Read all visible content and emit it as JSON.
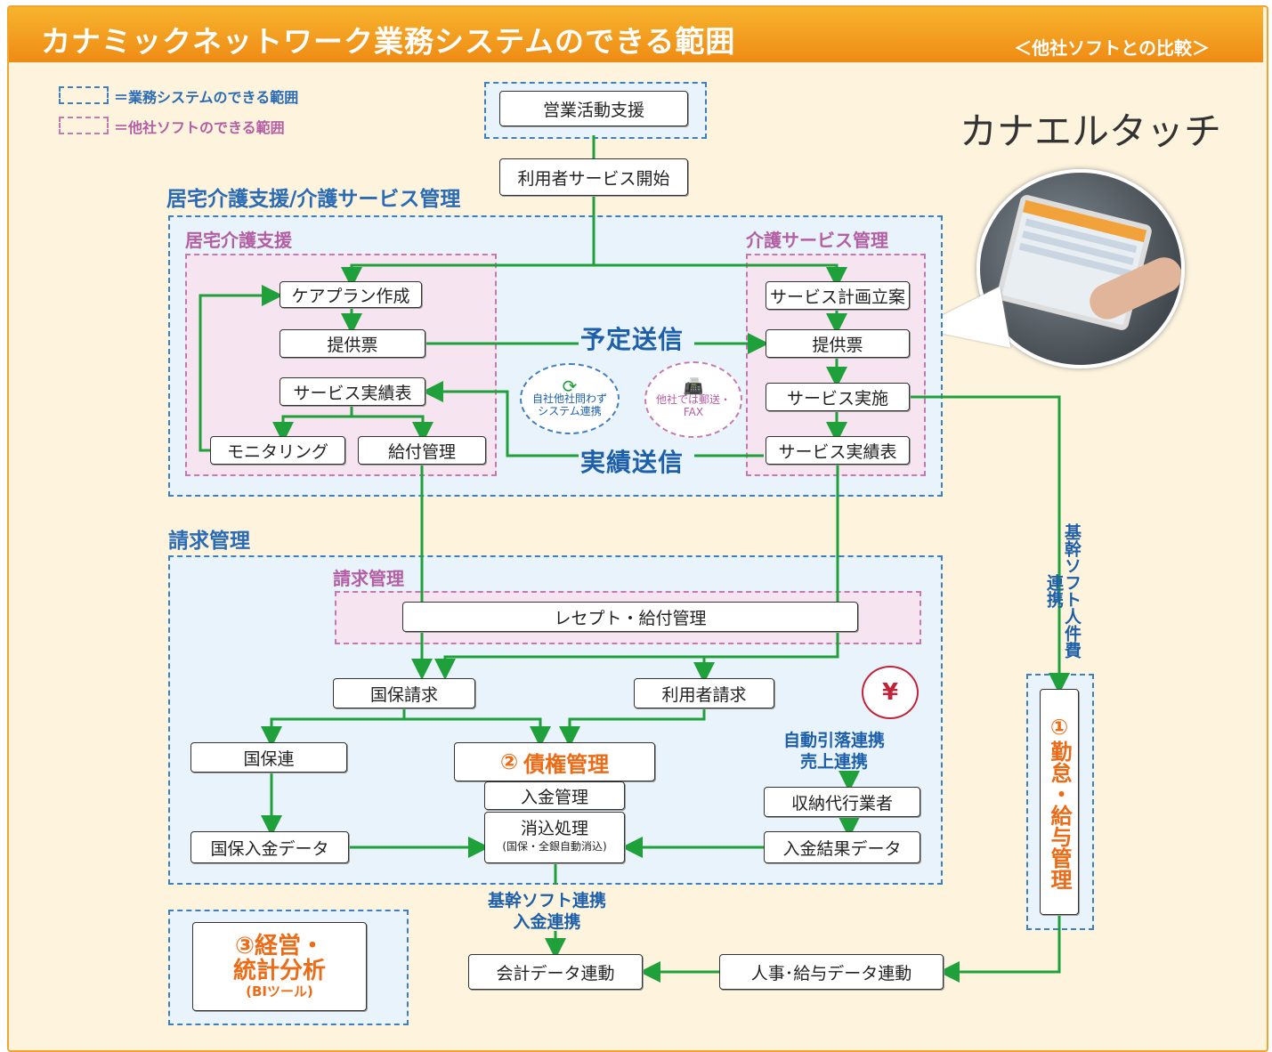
{
  "header": {
    "title": "カナミックネットワーク業務システムのできる範囲",
    "subtitle": "＜他社ソフトとの比較＞"
  },
  "legend": {
    "own": "＝業務システムのできる範囲",
    "other": "＝他社ソフトのできる範囲"
  },
  "product": {
    "name": "カナエルタッチ"
  },
  "top": {
    "sales": "営業活動支援",
    "start": "利用者サービス開始"
  },
  "kyotaku": {
    "section_title": "居宅介護支援/介護サービス管理",
    "left_title": "居宅介護支援",
    "right_title": "介護サービス管理",
    "careplan": "ケアプラン作成",
    "teikyo_left": "提供票",
    "jisseki_left": "サービス実績表",
    "monitoring": "モニタリング",
    "kyufu": "給付管理",
    "keikaku": "サービス計画立案",
    "teikyo_right": "提供票",
    "jisshi": "サービス実施",
    "jisseki_right": "サービス実績表",
    "yotei": "予定送信",
    "jisseki_send": "実績送信",
    "bubble_own_line1": "自社他社問わず",
    "bubble_own_line2": "システム連携",
    "bubble_other_line1": "他社では郵送・",
    "bubble_other_line2": "FAX"
  },
  "seikyu": {
    "section_title": "請求管理",
    "sub_title": "請求管理",
    "receipt": "レセプト・給付管理",
    "kokuho": "国保請求",
    "user": "利用者請求",
    "kokuhoren": "国保連",
    "saiken_num": "②",
    "saiken": "債権管理",
    "nyukin": "入金管理",
    "keshikomi": "消込処理",
    "keshikomi_sub": "(国保・全銀自動消込)",
    "auto_line1": "自動引落連携",
    "auto_line2": "売上連携",
    "shuno": "収納代行業者",
    "kokuho_data": "国保入金データ",
    "result_data": "入金結果データ"
  },
  "bottom": {
    "kikan_line1": "基幹ソフト連携",
    "kikan_line2": "入金連携",
    "kaikei": "会計データ連動",
    "jinji": "人事･給与データ連動",
    "bi_num": "③",
    "bi_line1": "経営・",
    "bi_line2": "統計分析",
    "bi_line3": "(BIツール)"
  },
  "right": {
    "link_text": "基幹ソフト人件費連携",
    "kintai_num": "①",
    "kintai": "勤怠・給与管理"
  },
  "colors": {
    "green": "#1fa03b",
    "blue": "#3f7fc1",
    "pink": "#c47ab1",
    "orange": "#ec6b16",
    "banner": "#f29a1f"
  }
}
